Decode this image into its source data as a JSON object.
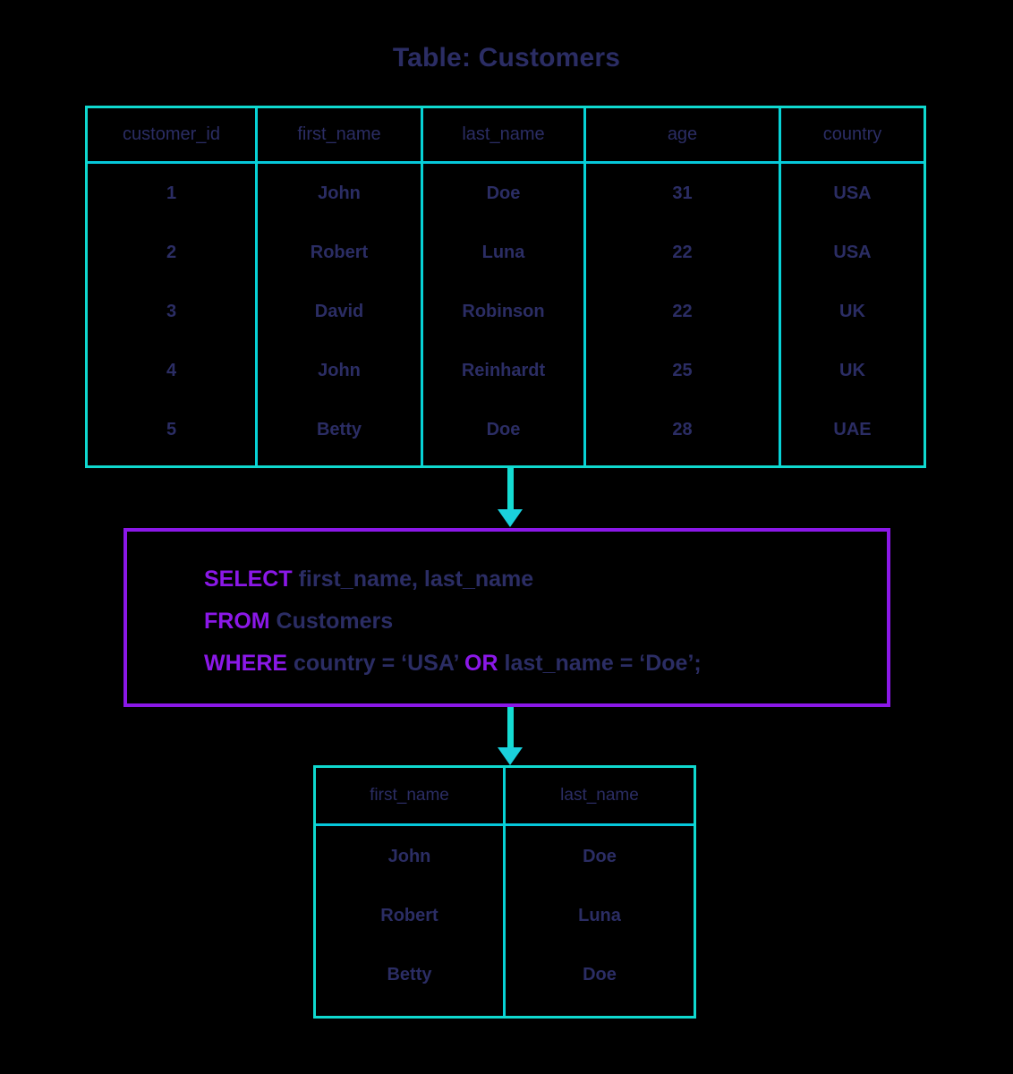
{
  "title": "Table: Customers",
  "colors": {
    "table_border": "#0fd9cf",
    "query_border": "#8b18e8",
    "keyword": "#8b18e8",
    "text": "#2b2d64",
    "arrow": "#15dcd3",
    "background": "#000000"
  },
  "source_table": {
    "name": "Customers",
    "columns": [
      "customer_id",
      "first_name",
      "last_name",
      "age",
      "country"
    ],
    "rows": [
      [
        "1",
        "John",
        "Doe",
        "31",
        "USA"
      ],
      [
        "2",
        "Robert",
        "Luna",
        "22",
        "USA"
      ],
      [
        "3",
        "David",
        "Robinson",
        "22",
        "UK"
      ],
      [
        "4",
        "John",
        "Reinhardt",
        "25",
        "UK"
      ],
      [
        "5",
        "Betty",
        "Doe",
        "28",
        "UAE"
      ]
    ]
  },
  "query": {
    "lines": [
      [
        {
          "t": "SELECT",
          "kw": true
        },
        {
          "t": " first_name, last_name",
          "kw": false
        }
      ],
      [
        {
          "t": "FROM",
          "kw": true
        },
        {
          "t": " Customers",
          "kw": false
        }
      ],
      [
        {
          "t": "WHERE",
          "kw": true
        },
        {
          "t": " country = ‘USA’ ",
          "kw": false
        },
        {
          "t": "OR",
          "kw": true
        },
        {
          "t": " last_name = ‘Doe’;",
          "kw": false
        }
      ]
    ],
    "text": "SELECT first_name, last_name FROM Customers WHERE country = ‘USA’ OR last_name = ‘Doe’;"
  },
  "result_table": {
    "columns": [
      "first_name",
      "last_name"
    ],
    "rows": [
      [
        "John",
        "Doe"
      ],
      [
        "Robert",
        "Luna"
      ],
      [
        "Betty",
        "Doe"
      ]
    ]
  }
}
